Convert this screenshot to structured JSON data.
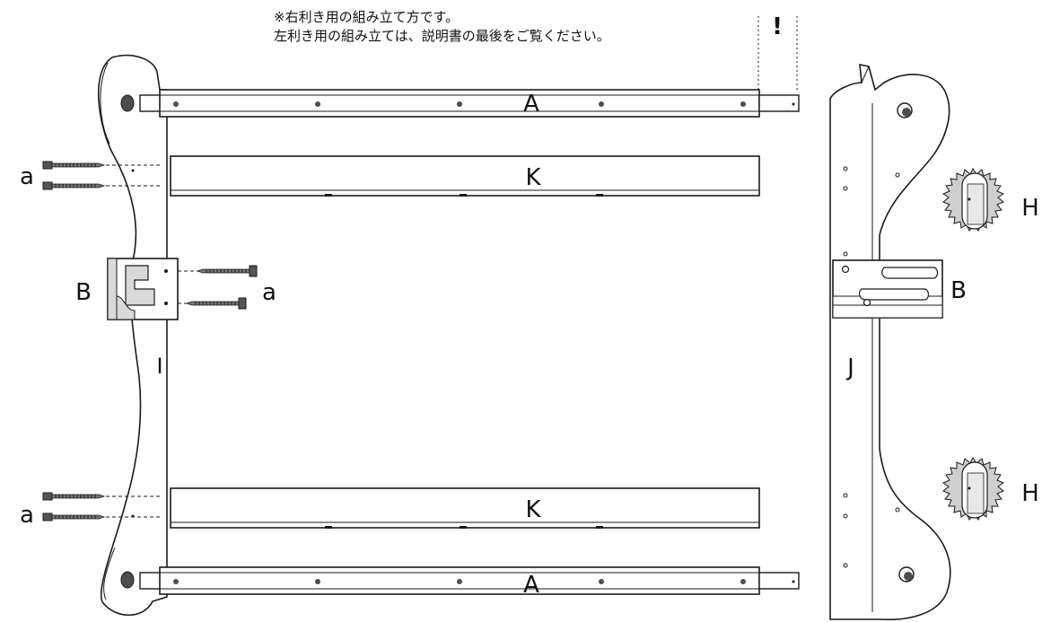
{
  "notes": {
    "line1": "※右利き用の組み立て方です。",
    "line2": "左利き用の組み立ては、説明書の最後をご覧ください。",
    "warning": "!"
  },
  "parts": {
    "A": "A",
    "K": "K",
    "B": "B",
    "I": "I",
    "J": "J",
    "H": "H",
    "a": "a"
  },
  "colors": {
    "line": "#1a1a1a",
    "fill": "#ffffff",
    "shade": "#d9d9d9",
    "dark": "#4d4d4d"
  }
}
